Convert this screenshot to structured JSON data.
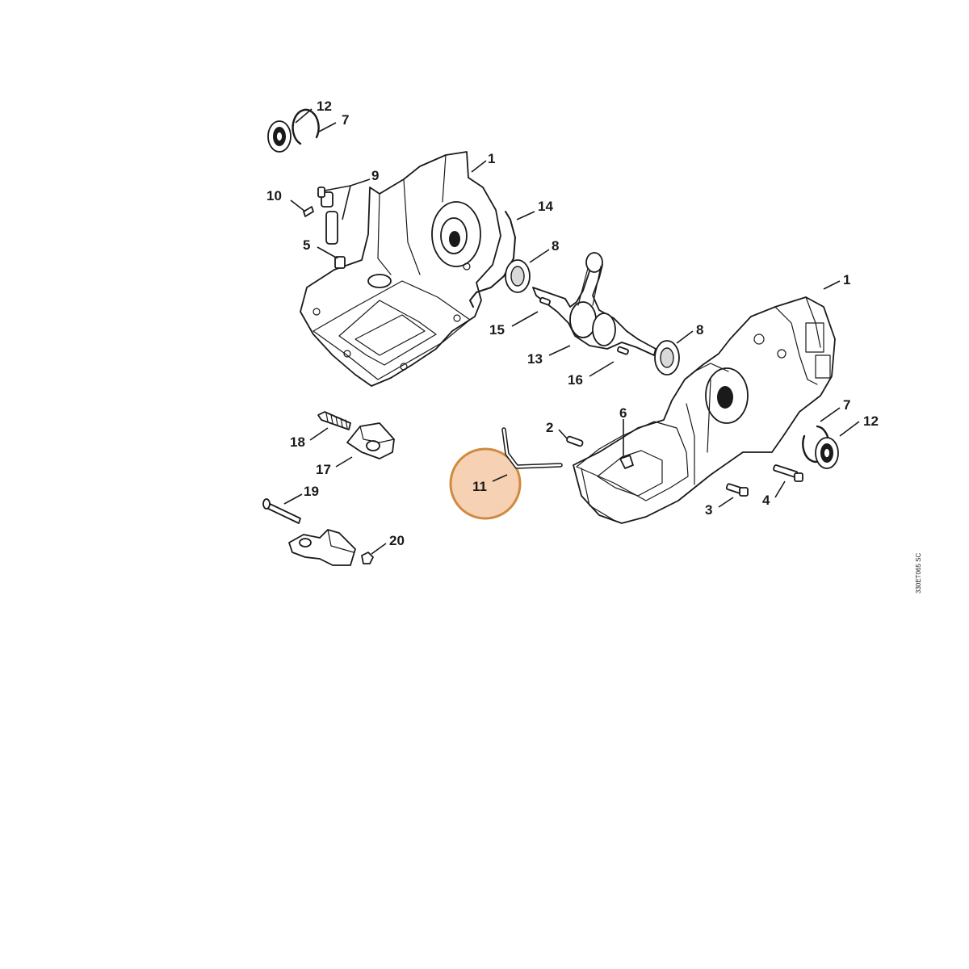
{
  "diagram": {
    "drawing_code": "330ET065 SC",
    "highlighted_part": "11",
    "highlight_color": "#f5c9a6",
    "highlight_border_color": "#c8761f",
    "labels": {
      "p12_top": "12",
      "p7_top": "7",
      "p1_top": "1",
      "p9": "9",
      "p10": "10",
      "p14": "14",
      "p5": "5",
      "p8_top": "8",
      "p1_right": "1",
      "p15": "15",
      "p8_mid": "8",
      "p13": "13",
      "p16": "16",
      "p2": "2",
      "p6": "6",
      "p7_right": "7",
      "p12_right": "12",
      "p18": "18",
      "p17": "17",
      "p11": "11",
      "p19": "19",
      "p4": "4",
      "p3": "3",
      "p20": "20"
    }
  }
}
